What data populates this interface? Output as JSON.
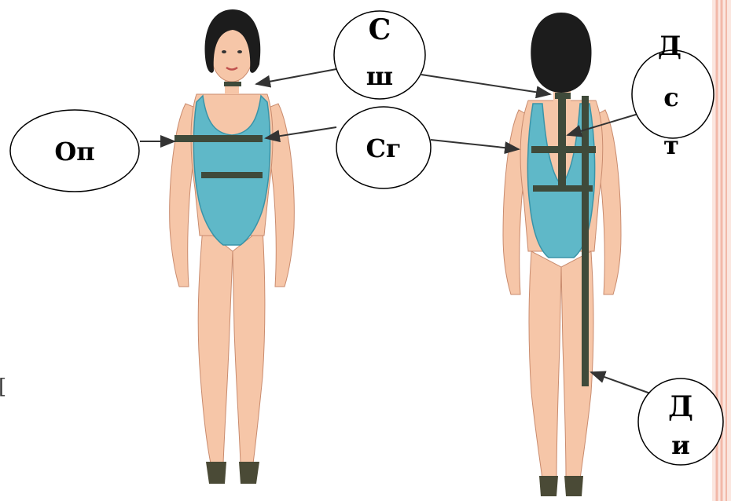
{
  "labels": {
    "op": "Оп",
    "ssh_top": "С",
    "ssh_bottom": "ш",
    "sg": "Сг",
    "dst_top": "Д",
    "dst_mid": "с",
    "dst_bottom": "т",
    "di_top": "Д",
    "di_bottom": "и"
  },
  "stray_mark": "[",
  "colors": {
    "skin": "#f6c6a8",
    "skin_shadow": "#e8a888",
    "swimsuit": "#5fb8c8",
    "swimsuit_dark": "#3a94a8",
    "hair": "#1c1c1c",
    "tape": "#3f4a3a",
    "arrow": "#333333",
    "side_border": "#f2b8a8",
    "sandal": "#4a4a36"
  }
}
